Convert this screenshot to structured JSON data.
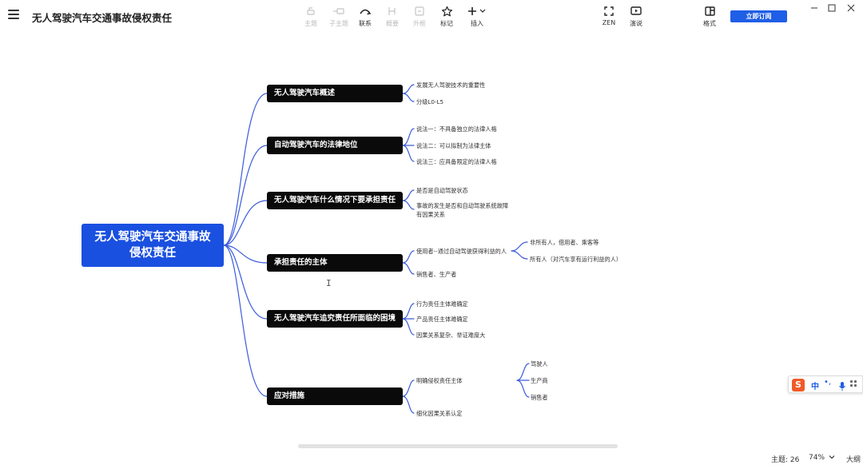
{
  "doc_title": "无人驾驶汽车交通事故侵权责任",
  "toolbar": {
    "topic": "主题",
    "subtopic": "子主题",
    "relation": "联系",
    "summary": "概要",
    "boundary": "外框",
    "marker": "标记",
    "insert": "插入",
    "zen": "ZEN",
    "present": "演说",
    "format": "格式",
    "subscribe": "立即订阅"
  },
  "map": {
    "root": [
      "无人驾驶汽车交通事故",
      "侵权责任"
    ],
    "branches": [
      {
        "label": "无人驾驶汽车概述",
        "children": [
          "发展无人驾驶技术的重要性",
          "分级L0-L5"
        ]
      },
      {
        "label": "自动驾驶汽车的法律地位",
        "children": [
          "说法一：不具备独立的法律人格",
          "说法二：可以拟制为法律主体",
          "说法三：应具备限定的法律人格"
        ]
      },
      {
        "label": "无人驾驶汽车什么情况下要承担责任",
        "children": [
          "是否是自动驾驶状态",
          "事故的发生是否和自动驾驶系统故障",
          "有因果关系"
        ]
      },
      {
        "label": "承担责任的主体",
        "children": [
          "使用者--通过自动驾驶获得利益的人",
          "销售者、生产者"
        ],
        "sub": [
          "非所有人，借用者、乘客等",
          "所有人（对汽车享有运行利益的人）"
        ]
      },
      {
        "label": "无人驾驶汽车追究责任所面临的困境",
        "children": [
          "行为责任主体难确定",
          "产品责任主体难确定",
          "因果关系复杂、举证难度大"
        ]
      },
      {
        "label": "应对措施",
        "children": [
          "明确侵权责任主体",
          "细化因果关系认定"
        ],
        "sub": [
          "驾驶人",
          "生产商",
          "销售者"
        ]
      }
    ]
  },
  "ime": {
    "mode": "中",
    "punct": "•,"
  },
  "status": {
    "topics": "主题: 26",
    "zoom": "74%",
    "outline": "大纲"
  },
  "colors": {
    "accent": "#1f5ee6",
    "root": "#1a50e0",
    "branch": "#0a0a0a",
    "connector": "#3b5bdb"
  },
  "icons": [
    "menu-icon",
    "topic-icon",
    "subtopic-icon",
    "relation-icon",
    "summary-icon",
    "boundary-icon",
    "star-icon",
    "plus-icon",
    "chevron-down-icon",
    "zen-icon",
    "present-icon",
    "format-icon",
    "minimize-icon",
    "maximize-icon",
    "close-icon",
    "ibeam-cursor-icon",
    "sogou-icon",
    "mic-icon",
    "grid-icon"
  ]
}
